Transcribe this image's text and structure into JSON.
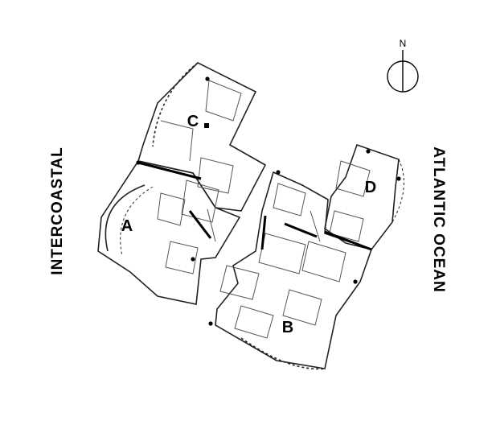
{
  "compass": {
    "north_label": "N"
  },
  "labels": {
    "west": "INTERCOASTAL",
    "east": "ATLANTIC OCEAN"
  },
  "units": [
    {
      "id": "A",
      "label": "A"
    },
    {
      "id": "B",
      "label": "B"
    },
    {
      "id": "C",
      "label": "C"
    },
    {
      "id": "D",
      "label": "D"
    }
  ],
  "colors": {
    "ink": "#000000",
    "wall": "#222222",
    "detail": "#555555",
    "background": "#ffffff"
  }
}
